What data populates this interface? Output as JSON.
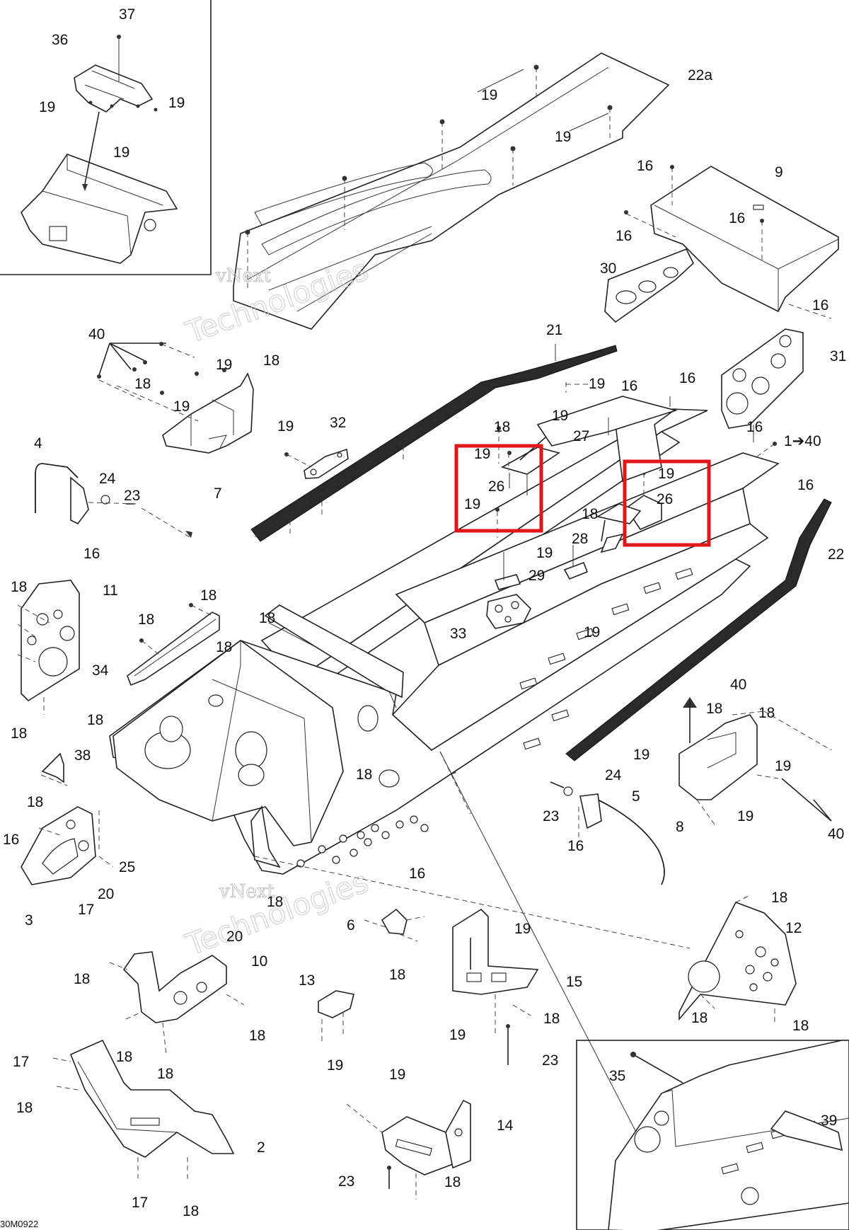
{
  "diagram_code": "30M0922",
  "watermark": {
    "line1": "vNext",
    "line2": "Technologies"
  },
  "highlight_color": "#e0161b",
  "labels": {
    "l37": "37",
    "l36": "36",
    "l19a": "19",
    "l19b": "19",
    "l19c": "19",
    "l22a": "22a",
    "l19d": "19",
    "l19e": "19",
    "l16a": "16",
    "l9": "9",
    "l16b": "16",
    "l16c": "16",
    "l30": "30",
    "l16d": "16",
    "l31": "31",
    "l40a": "40",
    "l19f": "19",
    "l18a": "18",
    "l18b": "18",
    "l19g": "19",
    "l7": "7",
    "l21": "21",
    "l19h": "19",
    "l16e": "16",
    "l16f": "16",
    "l19i": "19",
    "l32": "32",
    "l18c": "18",
    "l19j": "19",
    "l27": "27",
    "l19k": "19",
    "l26a": "26",
    "l19l": "19",
    "l19m": "19",
    "l26b": "26",
    "l18d": "18",
    "l28": "28",
    "l16g": "16",
    "l1to40": "1➔40",
    "l16h": "16",
    "l22": "22",
    "l4": "4",
    "l24a": "24",
    "l23a": "23",
    "l16i": "16",
    "l19n": "19",
    "l29": "29",
    "l33": "33",
    "l19o": "19",
    "l18e": "18",
    "l11": "11",
    "l18f": "18",
    "l18g": "18",
    "l18h": "18",
    "l18i": "18",
    "l34": "34",
    "l18j": "18",
    "l18k": "18",
    "l40b": "40",
    "l18l": "18",
    "l18m": "18",
    "l38": "38",
    "l18n": "18",
    "l18o": "18",
    "l19p": "19",
    "l19q": "19",
    "l24b": "24",
    "l5": "5",
    "l23b": "23",
    "l16j": "16",
    "l8": "8",
    "l19r": "19",
    "l40c": "40",
    "l16k": "16",
    "l25": "25",
    "l20a": "20",
    "l17a": "17",
    "l3": "3",
    "l16l": "16",
    "l18p": "18",
    "l6": "6",
    "l18q": "18",
    "l20b": "20",
    "l10": "10",
    "l18r": "18",
    "l13": "13",
    "l19s": "19",
    "l18s": "18",
    "l18t": "18",
    "l18u": "18",
    "l19t": "19",
    "l15": "15",
    "l19u": "19",
    "l18v": "18",
    "l23c": "23",
    "l18w": "18",
    "l12": "12",
    "l18x": "18",
    "l18y": "18",
    "l17b": "17",
    "l18z": "18",
    "l2": "2",
    "l17c": "17",
    "l18aa": "18",
    "l19v": "19",
    "l14": "14",
    "l23d": "23",
    "l18ab": "18",
    "l35": "35",
    "l39": "39"
  }
}
